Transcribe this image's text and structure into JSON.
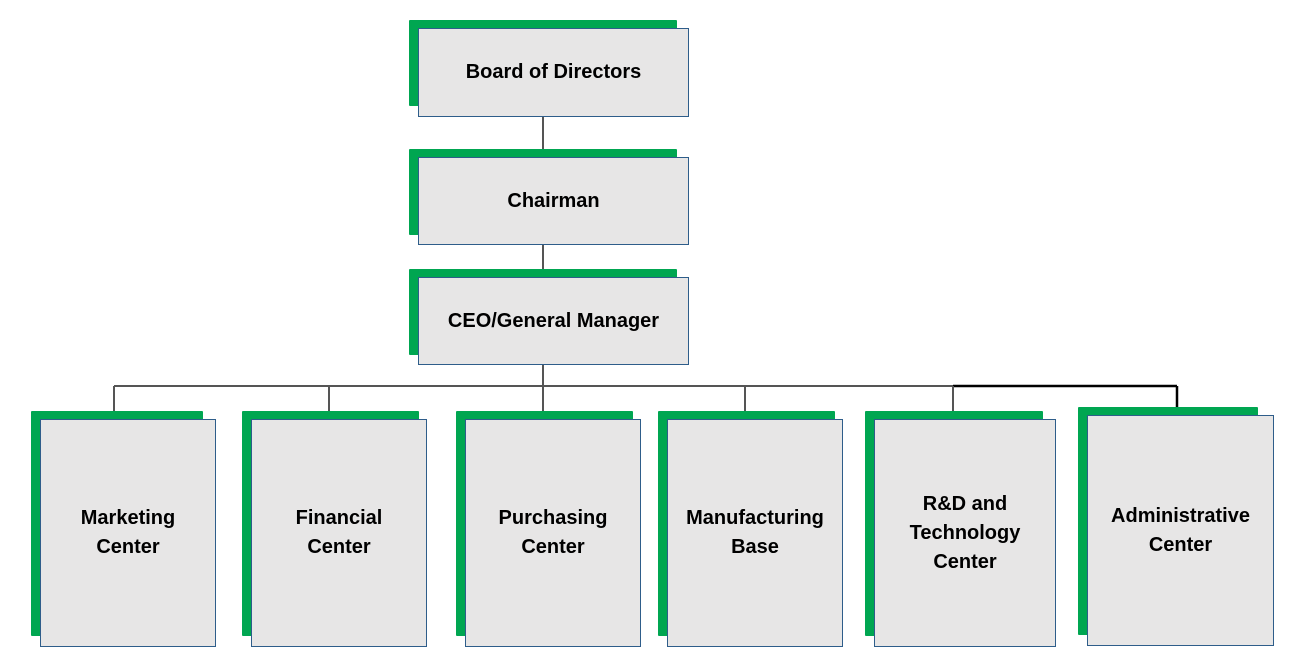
{
  "diagram": {
    "colors": {
      "accent": "#00a651",
      "box_fill": "#e7e6e6",
      "box_border": "#2e5d8a",
      "connector": "#555555",
      "connector_dark": "#000000"
    },
    "nodes": {
      "board": "Board of Directors",
      "chairman": "Chairman",
      "ceo": "CEO/General Manager",
      "marketing": "Marketing\nCenter",
      "financial": "Financial\nCenter",
      "purchasing": "Purchasing\nCenter",
      "manufacturing": "Manufacturing\nBase",
      "rnd": "R&D and\nTechnology\nCenter",
      "administrative": "Administrative\nCenter"
    },
    "edges": [
      [
        "board",
        "chairman"
      ],
      [
        "chairman",
        "ceo"
      ],
      [
        "ceo",
        "marketing"
      ],
      [
        "ceo",
        "financial"
      ],
      [
        "ceo",
        "purchasing"
      ],
      [
        "ceo",
        "manufacturing"
      ],
      [
        "ceo",
        "rnd"
      ],
      [
        "ceo",
        "administrative"
      ]
    ]
  }
}
